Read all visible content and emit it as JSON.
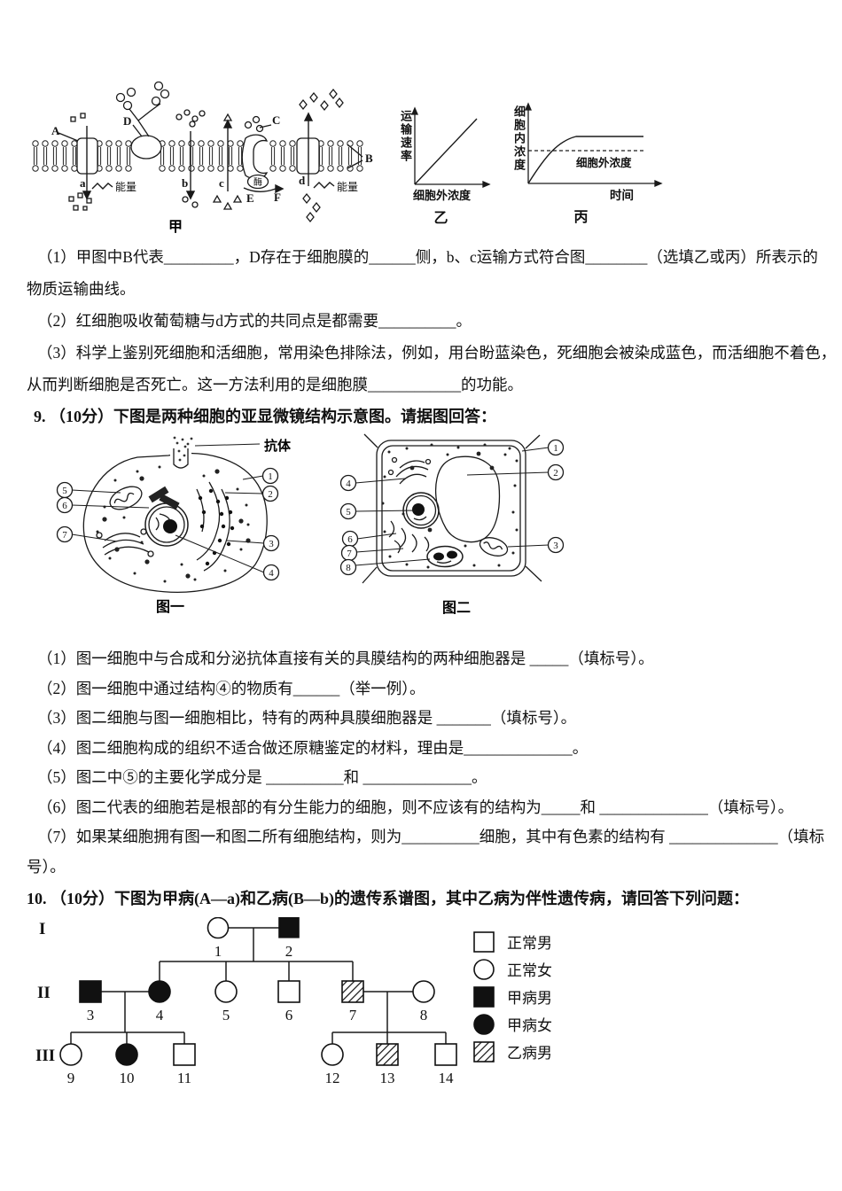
{
  "q8": {
    "figure": {
      "caption": "甲",
      "labels": {
        "A": "A",
        "a": "a",
        "energy_left": "能量",
        "D": "D",
        "b": "b",
        "c": "c",
        "C": "C",
        "enzyme": "酶",
        "E": "E",
        "F": "F",
        "d": "d",
        "energy_right": "能量",
        "B": "B"
      },
      "chart_yi": {
        "type": "line",
        "ylabel": "运输速率",
        "xlabel": "细胞外浓度",
        "caption": "乙",
        "shape": "straight-rising"
      },
      "chart_bing": {
        "type": "line",
        "ylabel": "细胞内浓度",
        "xlabel": "时间",
        "dash_label": "细胞外浓度",
        "caption": "丙",
        "shape": "saturating-above-dashed-line"
      }
    },
    "lines": [
      "（1）甲图中B代表_________，D存在于细胞膜的______侧，b、c运输方式符合图________（选填乙或丙）所表示的",
      "物质运输曲线。",
      "（2）红细胞吸收葡萄糖与d方式的共同点是都需要__________。",
      "（3）科学上鉴别死细胞和活细胞，常用染色排除法，例如，用台盼蓝染色，死细胞会被染成蓝色，而活细胞不着色，",
      "从而判断细胞是否死亡。这一方法利用的是细胞膜____________的功能。"
    ]
  },
  "q9": {
    "header": "9. （10分）下图是两种细胞的亚显微镜结构示意图。请据图回答：",
    "figure": {
      "antibody": "抗体",
      "caption1": "图一",
      "caption2": "图二",
      "fig1_nums": [
        "1",
        "2",
        "3",
        "4",
        "5",
        "6",
        "7"
      ],
      "fig2_nums": [
        "1",
        "2",
        "3",
        "4",
        "5",
        "6",
        "7",
        "8"
      ]
    },
    "lines": [
      "（1）图一细胞中与合成和分泌抗体直接有关的具膜结构的两种细胞器是 _____（填标号）。",
      "（2）图一细胞中通过结构④的物质有______（举一例）。",
      "（3）图二细胞与图一细胞相比，特有的两种具膜细胞器是 _______（填标号）。",
      "（4）图二细胞构成的组织不适合做还原糖鉴定的材料，理由是______________。",
      "（5）图二中⑤的主要化学成分是 __________和 ______________。",
      "（6）图二代表的细胞若是根部的有分生能力的细胞，则不应该有的结构为_____和 ______________（填标号）。",
      "（7）如果某细胞拥有图一和图二所有细胞结构，则为__________细胞，其中有色素的结构有 ______________（填标",
      "号）。"
    ]
  },
  "q10": {
    "header": "10. （10分）下图为甲病(A—a)和乙病(B—b)的遗传系谱图，其中乙病为伴性遗传病，请回答下列问题：",
    "pedigree": {
      "generation_labels": [
        "I",
        "II",
        "III"
      ],
      "individuals": [
        {
          "id": "I-1",
          "num": "1",
          "symbol": "circle-empty"
        },
        {
          "id": "I-2",
          "num": "2",
          "symbol": "square-filled"
        },
        {
          "id": "II-3",
          "num": "3",
          "symbol": "square-filled"
        },
        {
          "id": "II-4",
          "num": "4",
          "symbol": "circle-filled"
        },
        {
          "id": "II-5",
          "num": "5",
          "symbol": "circle-empty"
        },
        {
          "id": "II-6",
          "num": "6",
          "symbol": "square-empty"
        },
        {
          "id": "II-7",
          "num": "7",
          "symbol": "square-hatched"
        },
        {
          "id": "II-8",
          "num": "8",
          "symbol": "circle-empty"
        },
        {
          "id": "III-9",
          "num": "9",
          "symbol": "circle-empty"
        },
        {
          "id": "III-10",
          "num": "10",
          "symbol": "circle-filled"
        },
        {
          "id": "III-11",
          "num": "11",
          "symbol": "square-empty"
        },
        {
          "id": "III-12",
          "num": "12",
          "symbol": "circle-empty"
        },
        {
          "id": "III-13",
          "num": "13",
          "symbol": "square-hatched"
        },
        {
          "id": "III-14",
          "num": "14",
          "symbol": "square-empty"
        }
      ],
      "legend": [
        {
          "symbol": "square-empty",
          "label": "正常男"
        },
        {
          "symbol": "circle-empty",
          "label": "正常女"
        },
        {
          "symbol": "square-filled",
          "label": "甲病男"
        },
        {
          "symbol": "circle-filled",
          "label": "甲病女"
        },
        {
          "symbol": "square-hatched",
          "label": "乙病男"
        }
      ]
    }
  }
}
